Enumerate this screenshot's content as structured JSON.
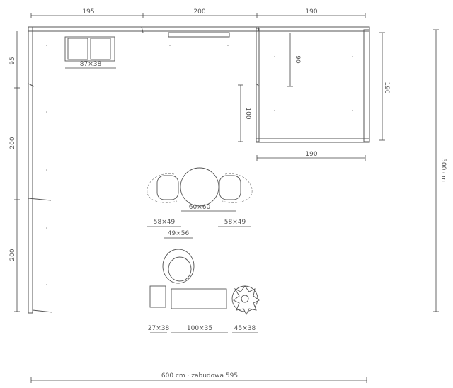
{
  "top_dims": [
    "195",
    "200",
    "190"
  ],
  "left_dims": [
    "95",
    "200",
    "200"
  ],
  "right_dims": {
    "total": "500 cm",
    "alcove": "190"
  },
  "alcove_dims": {
    "inner_vertical": "90",
    "partition": "100",
    "bottom": "190"
  },
  "bottom_dim": "600 cm · zabudowa 595",
  "furniture_labels": {
    "shelf": "87×38",
    "table": "60×60",
    "chair_left": "58×49",
    "chair_right": "58×49",
    "armchair": "49×56",
    "side_table": "27×38",
    "bench": "100×35",
    "plant": "45×38"
  }
}
